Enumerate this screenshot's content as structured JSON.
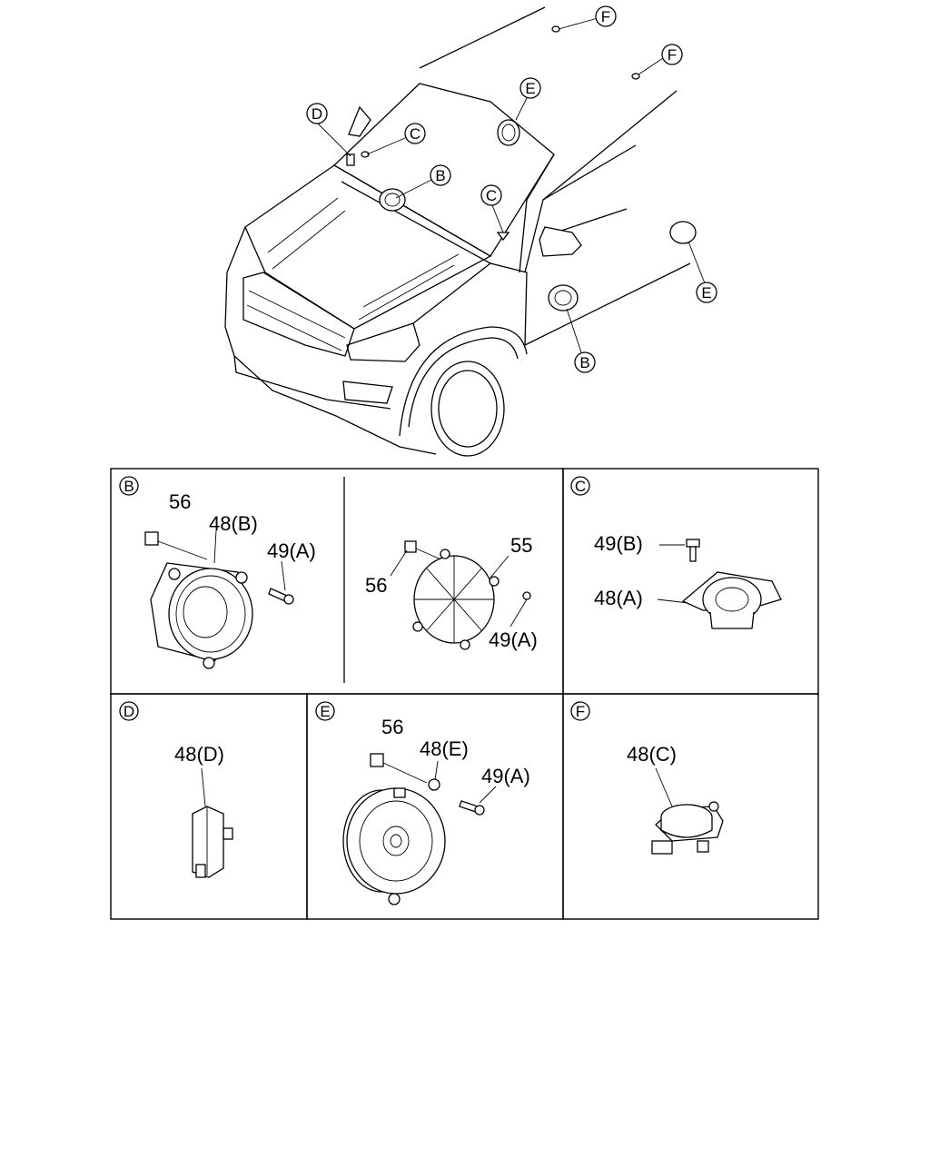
{
  "overview": {
    "callouts": [
      {
        "id": "cal-f1",
        "letter": "F"
      },
      {
        "id": "cal-f2",
        "letter": "F"
      },
      {
        "id": "cal-e1",
        "letter": "E"
      },
      {
        "id": "cal-d1",
        "letter": "D"
      },
      {
        "id": "cal-c1",
        "letter": "C"
      },
      {
        "id": "cal-b1",
        "letter": "B"
      },
      {
        "id": "cal-c2",
        "letter": "C"
      },
      {
        "id": "cal-e2",
        "letter": "E"
      },
      {
        "id": "cal-b2",
        "letter": "B"
      }
    ]
  },
  "panels": {
    "b": {
      "letter": "B",
      "labels": [
        "56",
        "48(B)",
        "49(A)",
        "56",
        "55",
        "49(A)"
      ]
    },
    "c": {
      "letter": "C",
      "labels": [
        "49(B)",
        "48(A)"
      ]
    },
    "d": {
      "letter": "D",
      "labels": [
        "48(D)"
      ]
    },
    "e": {
      "letter": "E",
      "labels": [
        "56",
        "48(E)",
        "49(A)"
      ]
    },
    "f": {
      "letter": "F",
      "labels": [
        "48(C)"
      ]
    }
  }
}
